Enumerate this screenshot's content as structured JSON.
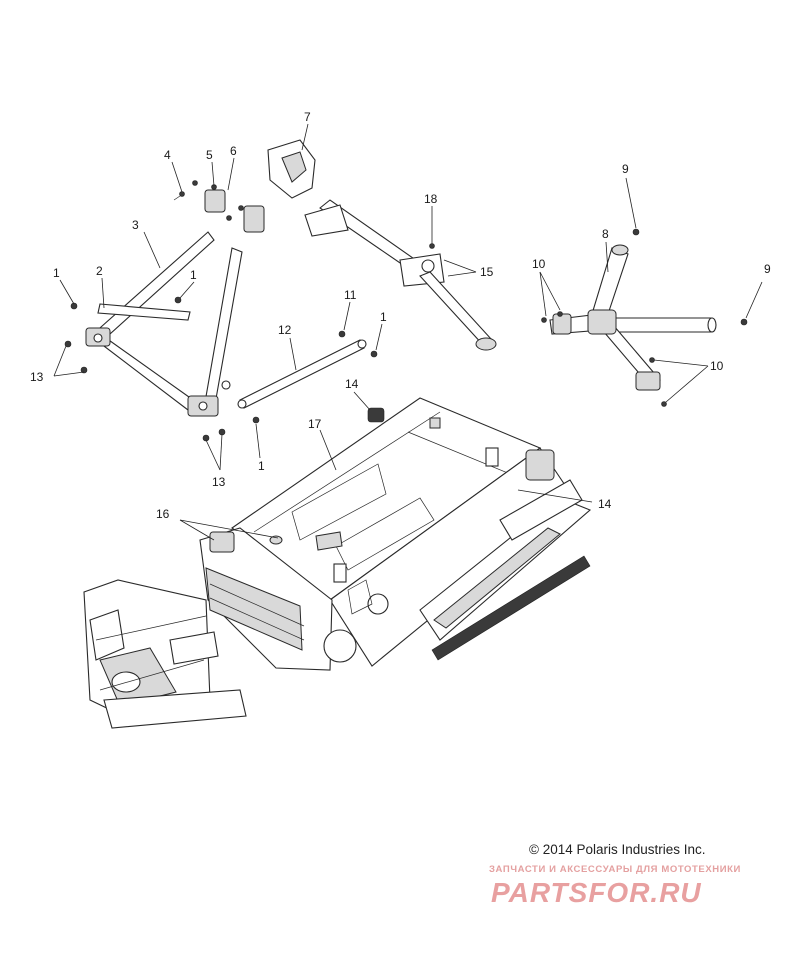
{
  "callouts": [
    {
      "id": "c1a",
      "text": "1"
    },
    {
      "id": "c2",
      "text": "2"
    },
    {
      "id": "c3",
      "text": "3"
    },
    {
      "id": "c1b",
      "text": "1"
    },
    {
      "id": "c4",
      "text": "4"
    },
    {
      "id": "c5",
      "text": "5"
    },
    {
      "id": "c6",
      "text": "6"
    },
    {
      "id": "c7",
      "text": "7"
    },
    {
      "id": "c13a",
      "text": "13"
    },
    {
      "id": "c13b",
      "text": "13"
    },
    {
      "id": "c12",
      "text": "12"
    },
    {
      "id": "c11",
      "text": "11"
    },
    {
      "id": "c1c",
      "text": "1"
    },
    {
      "id": "c1d",
      "text": "1"
    },
    {
      "id": "c14a",
      "text": "14"
    },
    {
      "id": "c17",
      "text": "17"
    },
    {
      "id": "c18",
      "text": "18"
    },
    {
      "id": "c15",
      "text": "15"
    },
    {
      "id": "c9a",
      "text": "9"
    },
    {
      "id": "c8",
      "text": "8"
    },
    {
      "id": "c10a",
      "text": "10"
    },
    {
      "id": "c9b",
      "text": "9"
    },
    {
      "id": "c10b",
      "text": "10"
    },
    {
      "id": "c14b",
      "text": "14"
    },
    {
      "id": "c16",
      "text": "16"
    }
  ],
  "footer": {
    "copyright": "© 2014 Polaris Industries Inc.",
    "tagline": "ЗАПЧАСТИ И АКСЕССУАРЫ ДЛЯ МОТОТЕХНИКИ",
    "logo_text": "PARTSFOR.RU"
  },
  "colors": {
    "line": "#2a2a2a",
    "watermark": "#e8a0a0"
  }
}
